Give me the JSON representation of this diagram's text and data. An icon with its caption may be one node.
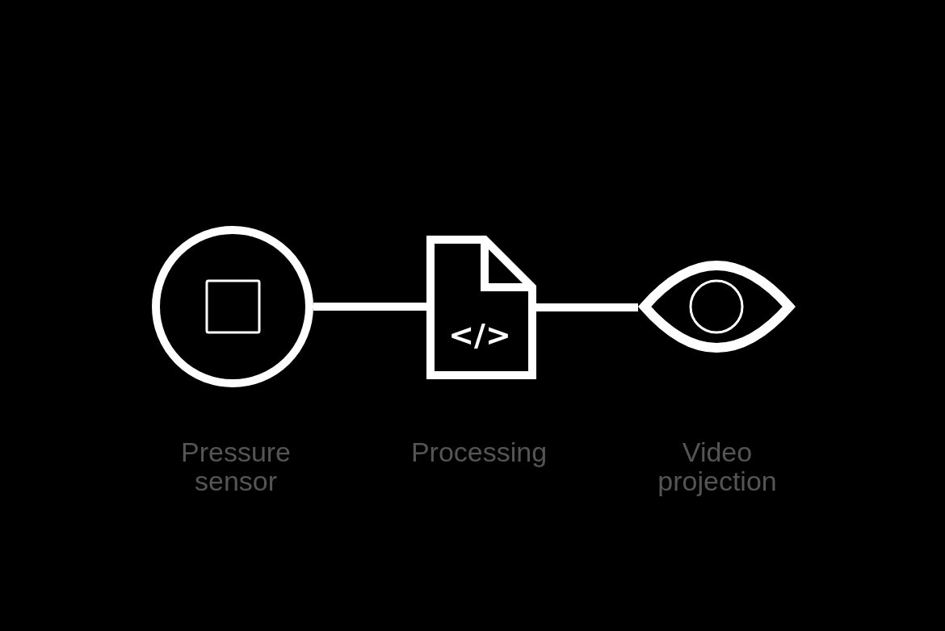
{
  "diagram": {
    "nodes": [
      {
        "text": [],
        "shape": "circle",
        "beside": [
          "Pressure sensor"
        ]
      },
      {
        "text": [
          "</>"
        ],
        "beside": [
          "Processing"
        ]
      },
      {
        "text": [],
        "shape": "eye",
        "beside": [
          "Video projection"
        ]
      }
    ],
    "edges": [
      {
        "from": 0,
        "to": 1,
        "arrow": "none"
      },
      {
        "from": 1,
        "to": 2,
        "arrow": "none"
      }
    ]
  }
}
